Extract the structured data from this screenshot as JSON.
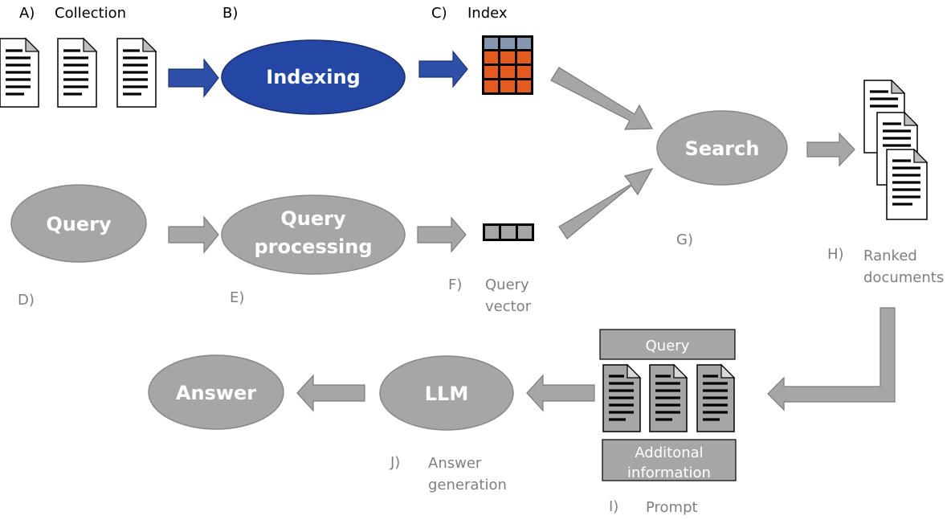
{
  "labels": {
    "a": "A)",
    "collection": "Collection",
    "b": "B)",
    "c": "C)",
    "index": "Index",
    "d": "D)",
    "e": "E)",
    "f": "F)",
    "query_vector_1": "Query",
    "query_vector_2": "vector",
    "g": "G)",
    "h": "H)",
    "ranked_1": "Ranked",
    "ranked_2": "documents",
    "i": "I)",
    "prompt": "Prompt",
    "j": "J)",
    "answer_gen_1": "Answer",
    "answer_gen_2": "generation"
  },
  "nodes": {
    "indexing": "Indexing",
    "search": "Search",
    "query": "Query",
    "query_processing_1": "Query",
    "query_processing_2": "processing",
    "llm": "LLM",
    "answer": "Answer"
  },
  "prompt_boxes": {
    "top": "Query",
    "bottom_1": "Additonal",
    "bottom_2": "information"
  },
  "colors": {
    "blue": "#2446a4",
    "gray": "#a6a6a6",
    "index_cell": "#e35b1e",
    "index_header": "#8496b0"
  },
  "icons": [
    "document-icon",
    "index-grid-icon",
    "query-vector-icon",
    "arrow-icon"
  ]
}
